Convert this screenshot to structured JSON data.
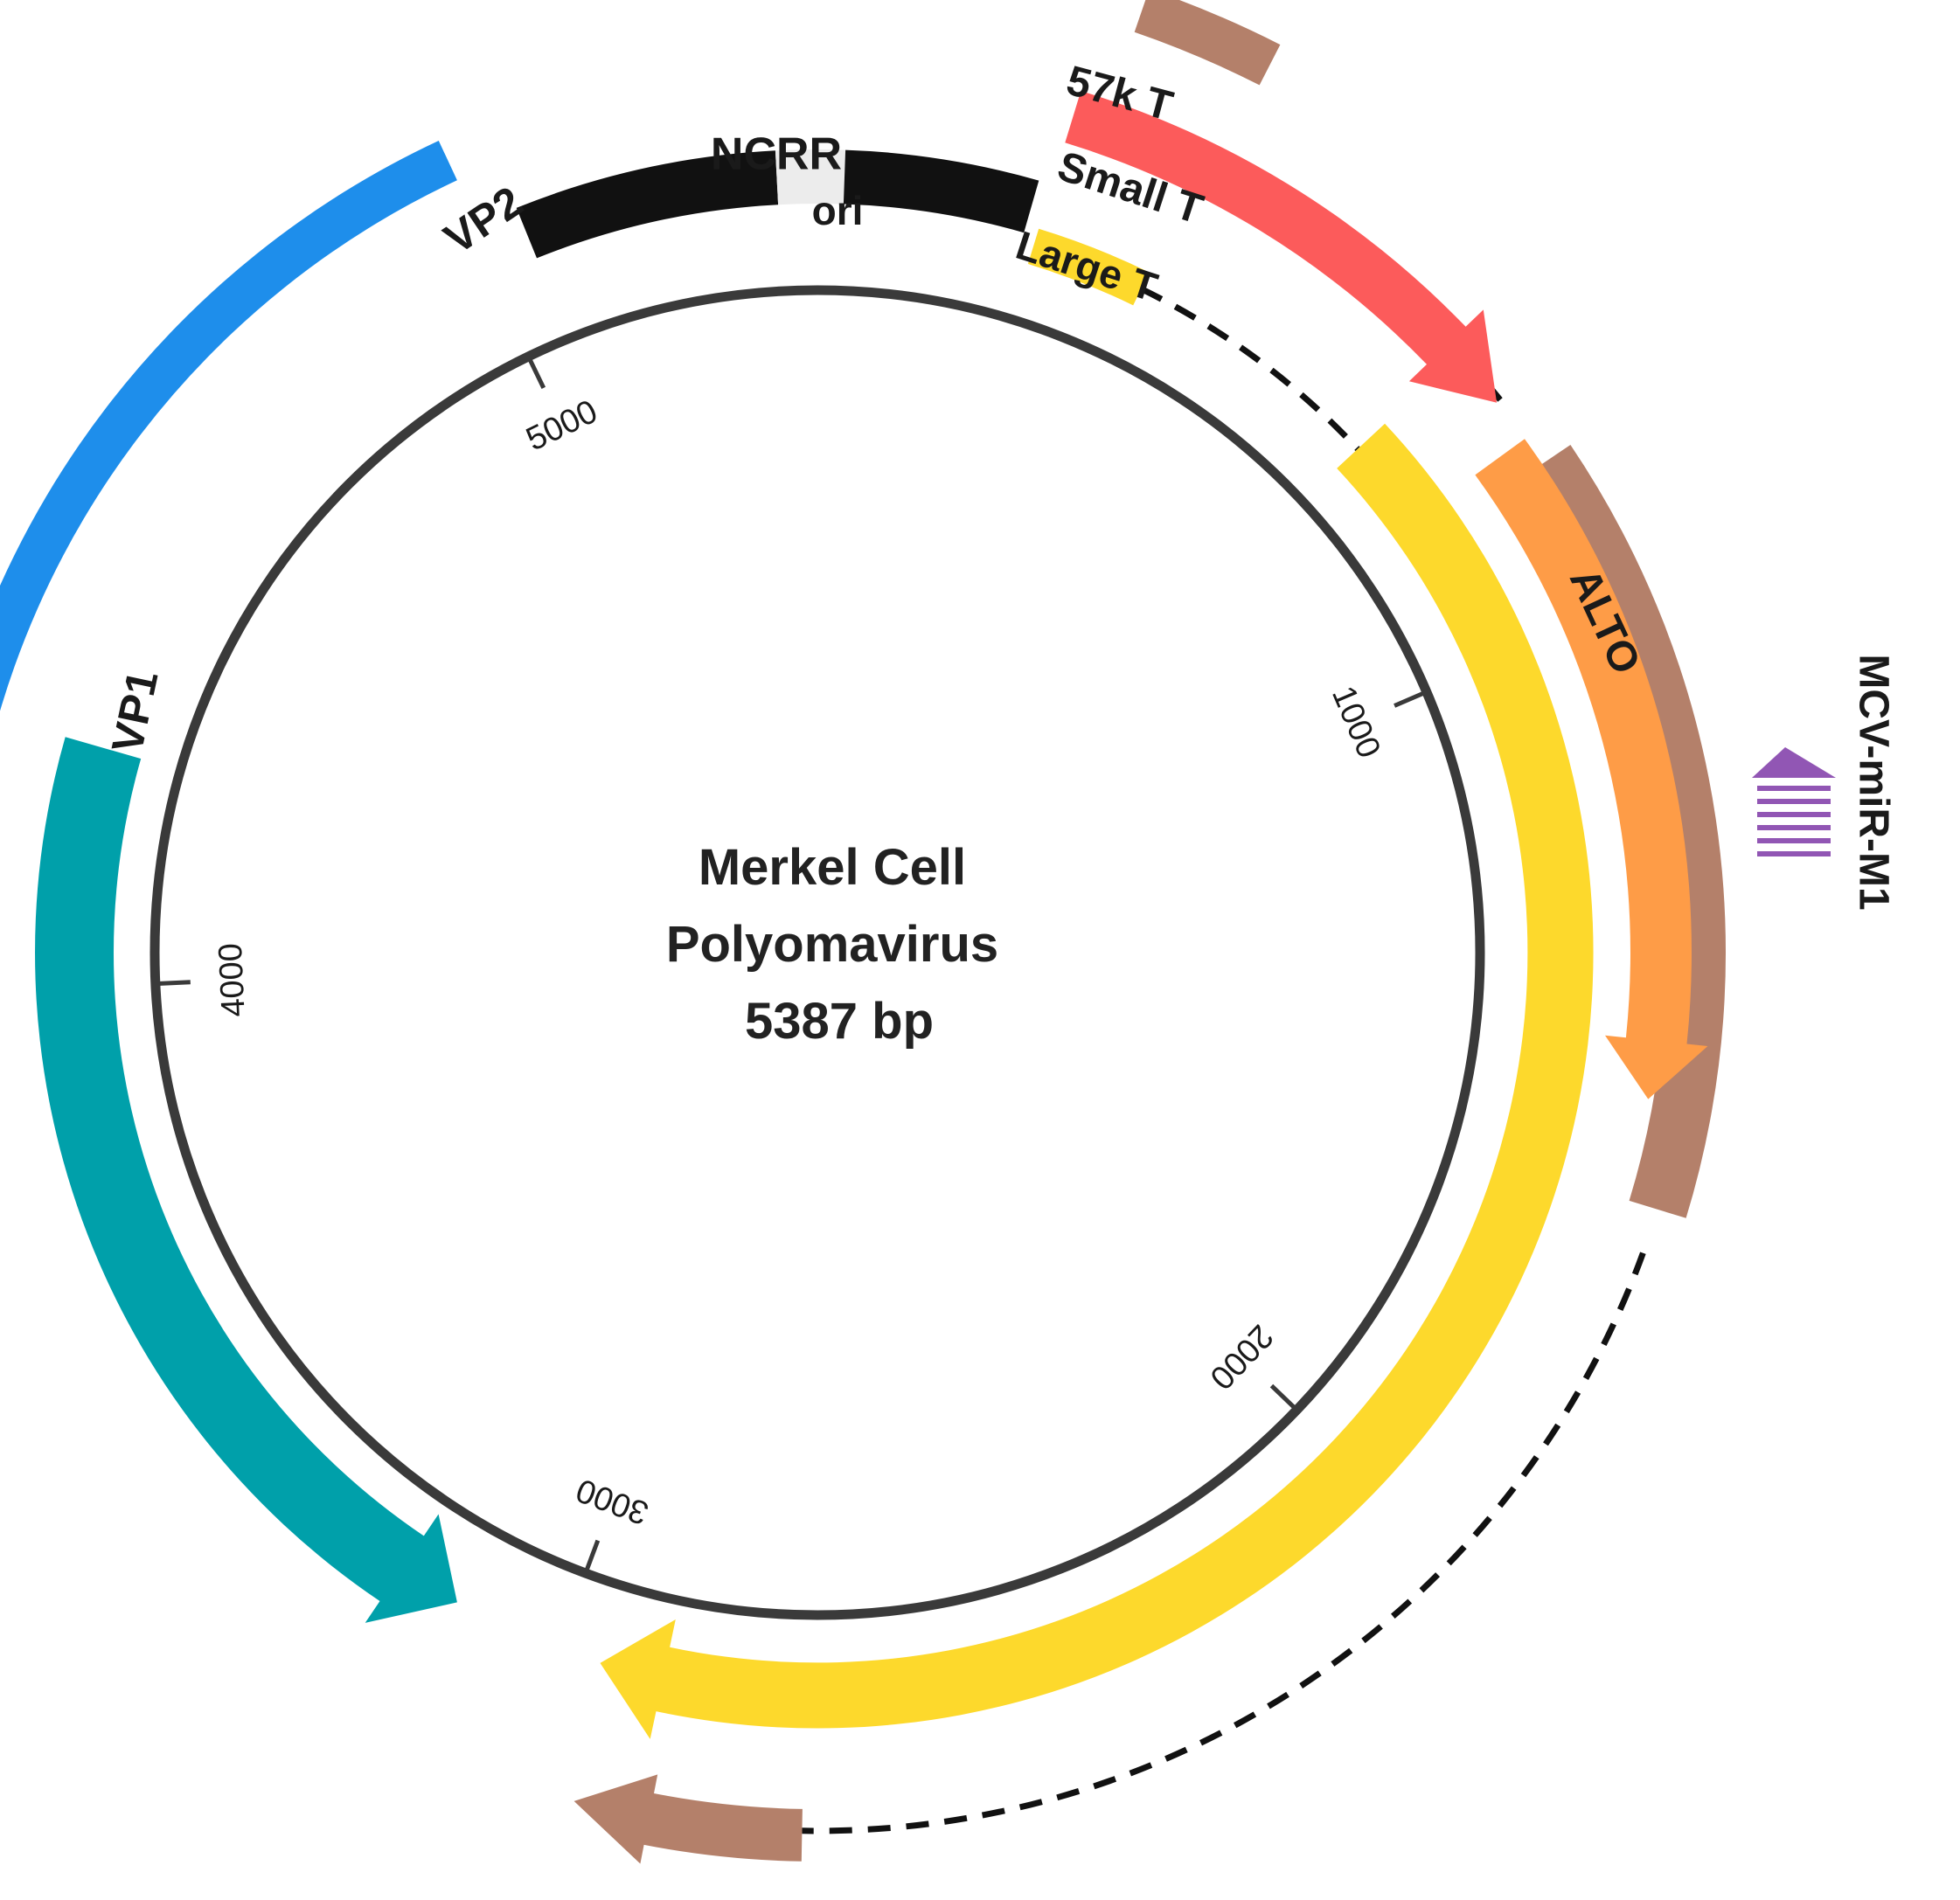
{
  "genome": {
    "name_line1": "Merkel Cell",
    "name_line2": "Polyomavirus",
    "size_label": "5387 bp",
    "length_bp": 5387
  },
  "ticks": [
    {
      "bp": 1000,
      "label": "1000"
    },
    {
      "bp": 2000,
      "label": "2000"
    },
    {
      "bp": 3000,
      "label": "3000"
    },
    {
      "bp": 4000,
      "label": "4000"
    },
    {
      "bp": 5000,
      "label": "5000"
    }
  ],
  "features": [
    {
      "id": "ncrr",
      "label": "NCRR",
      "type": "region",
      "color": "#111111"
    },
    {
      "id": "ori",
      "label": "ori",
      "type": "region",
      "color": "#ececec"
    },
    {
      "id": "large-t",
      "label": "Large T",
      "type": "gene",
      "strand": "+",
      "color": "#fdd92c"
    },
    {
      "id": "small-t",
      "label": "Small T",
      "type": "gene",
      "strand": "+",
      "color": "#fc5b5b"
    },
    {
      "id": "57k-t",
      "label": "57k T",
      "type": "gene",
      "strand": "+",
      "color": "#b4806a"
    },
    {
      "id": "alto",
      "label": "ALTO",
      "type": "gene",
      "strand": "+",
      "color": "#fe9c47"
    },
    {
      "id": "vp1",
      "label": "VP1",
      "type": "gene",
      "strand": "-",
      "color": "#00a0aa"
    },
    {
      "id": "vp2",
      "label": "VP2",
      "type": "gene",
      "strand": "-",
      "color": "#1e8eeb"
    },
    {
      "id": "mcv-mir-m1",
      "label": "MCV-miR-M1",
      "type": "miRNA",
      "strand": "-",
      "color": "#9156b4"
    }
  ],
  "colors": {
    "backbone": "#3a3a3a",
    "splice_line": "#111111"
  }
}
